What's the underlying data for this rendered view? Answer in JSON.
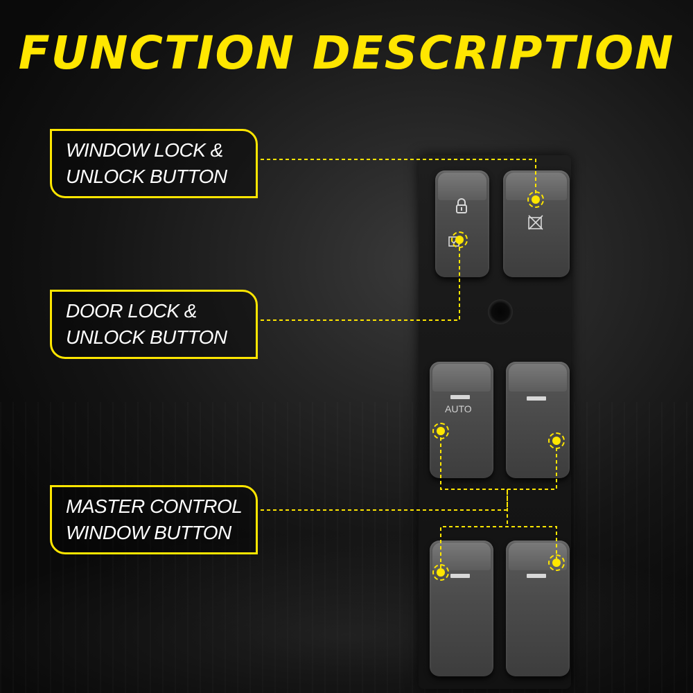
{
  "title": "FUNCTION DESCRIPTION",
  "accent_color": "#ffe600",
  "labels": {
    "window_lock": {
      "line1": "WINDOW LOCK &",
      "line2": "UNLOCK BUTTON"
    },
    "door_lock": {
      "line1": "DOOR LOCK &",
      "line2": "UNLOCK BUTTON"
    },
    "master_control": {
      "line1": "MASTER CONTROL",
      "line2": "WINDOW BUTTON"
    }
  },
  "switch": {
    "auto_label": "AUTO",
    "icons": [
      "padlock-icon",
      "unlock-door-icon",
      "window-lock-icon"
    ]
  }
}
